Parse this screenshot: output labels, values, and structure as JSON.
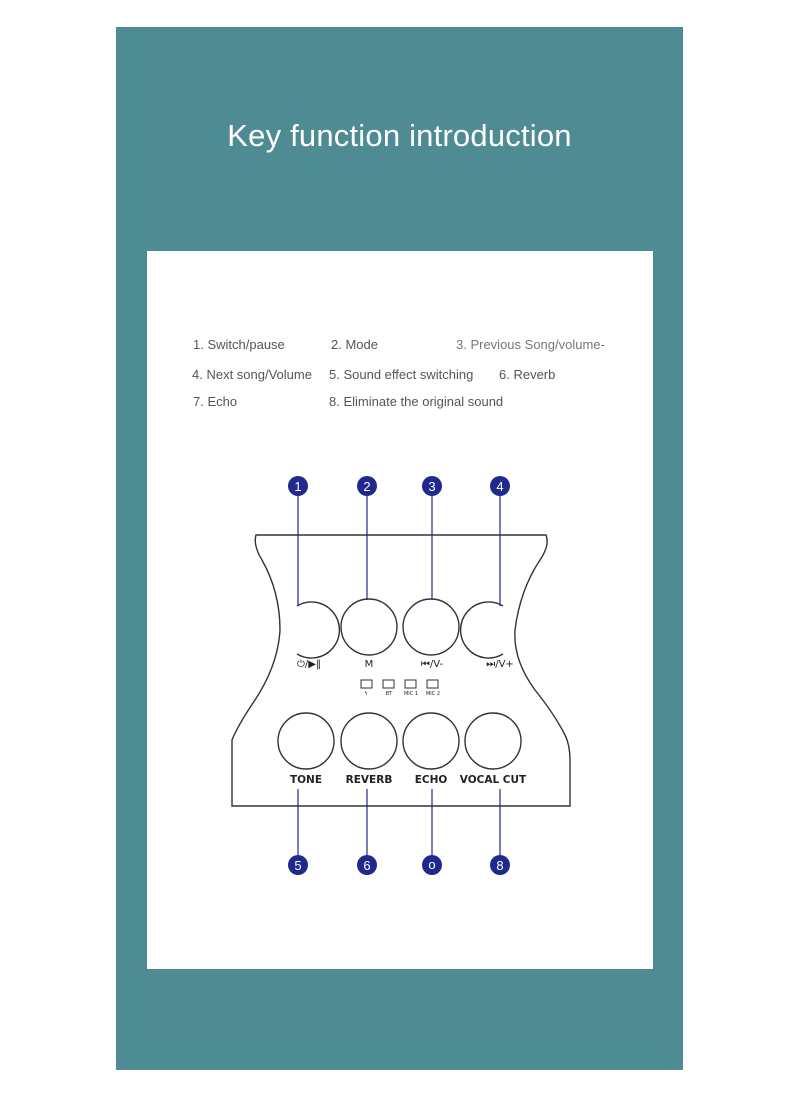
{
  "title": "Key function introduction",
  "legend": [
    {
      "text": "1. Switch/pause"
    },
    {
      "text": "2. Mode"
    },
    {
      "text": "3. Previous Song/volume-"
    },
    {
      "text": "4. Next song/Volume"
    },
    {
      "text": "5. Sound effect  switching"
    },
    {
      "text": "6. Reverb"
    },
    {
      "text": "7. Echo"
    },
    {
      "text": "8. Eliminate the original sound"
    }
  ],
  "top_buttons": [
    {
      "symbol": "⏻/▶‖"
    },
    {
      "symbol": "M"
    },
    {
      "symbol": "⏮/V-"
    },
    {
      "symbol": "⏭/V+"
    }
  ],
  "indicators": [
    "",
    "BT",
    "MIC 1",
    "MIC 2"
  ],
  "bottom_buttons": [
    {
      "label": "TONE"
    },
    {
      "label": "REVERB"
    },
    {
      "label": "ECHO"
    },
    {
      "label": "VOCAL CUT"
    }
  ],
  "callouts_top": [
    "1",
    "2",
    "3",
    "4"
  ],
  "callouts_bottom": [
    "5",
    "6",
    "o",
    "8"
  ],
  "colors": {
    "panel": "#4f8b93",
    "callout": "#1f2a8c",
    "outline": "#333333"
  }
}
